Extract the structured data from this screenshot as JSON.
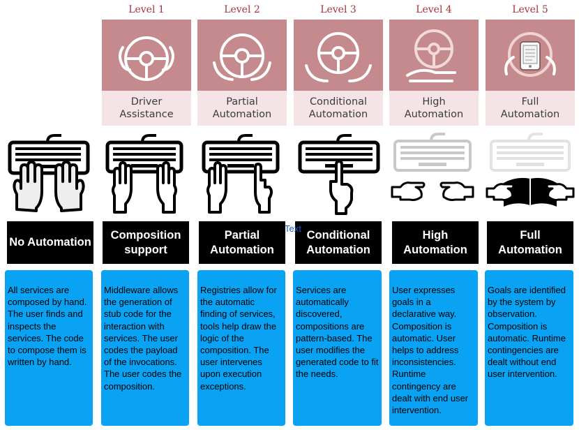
{
  "levels": [
    {
      "label": "Level 1",
      "line1": "Driver",
      "line2": "Assistance",
      "icon": "steering-wheel-two-hands-icon"
    },
    {
      "label": "Level 2",
      "line1": "Partial",
      "line2": "Automation",
      "icon": "steering-wheel-cupped-hands-icon"
    },
    {
      "label": "Level 3",
      "line1": "Conditional",
      "line2": "Automation",
      "icon": "steering-wheel-hands-below-icon"
    },
    {
      "label": "Level 4",
      "line1": "High",
      "line2": "Automation",
      "icon": "steering-wheel-hands-open-icon"
    },
    {
      "label": "Level 5",
      "line1": "Full",
      "line2": "Automation",
      "icon": "tablet-robot-icon"
    }
  ],
  "categories": [
    {
      "line1": "No Automation",
      "line2": "",
      "description": "All services are composed by hand. The user finds and inspects the services. The code to compose them is written by hand.",
      "icon": "keyboard-two-hands-typing-icon"
    },
    {
      "line1": "Composition",
      "line2": "support",
      "description": "Middleware allows the generation of stub code for the interaction with services. The user codes the payload of the invocations. The user codes the composition.",
      "icon": "keyboard-two-hands-outline-icon"
    },
    {
      "line1": "Partial",
      "line2": "Automation",
      "description": "Registries allow for the automatic finding of services, tools help draw the logic of the composition. The user intervenes upon execution exceptions.",
      "icon": "keyboard-two-hands-pointing-icon"
    },
    {
      "line1": "Conditional",
      "line2": "Automation",
      "description": "Services are automatically discovered, compositions are pattern-based. The user modifies the generated code to fit the needs.",
      "icon": "keyboard-one-finger-icon"
    },
    {
      "line1": "High",
      "line2": "Automation",
      "description": "User expresses goals in a declarative way. Composition is automatic. User helps to address inconsistencies. Runtime contingency are dealt with end user intervention.",
      "icon": "faded-keyboard-handshake-icon"
    },
    {
      "line1": "Full",
      "line2": "Automation",
      "description": "Goals are identified by the system by observation. Composition is automatic. Runtime contingencies are dealt without end user intervention.",
      "icon": "faded-keyboard-book-hands-icon"
    }
  ],
  "stray_text": "Text",
  "colors": {
    "level_red": "#a8323a",
    "panel": "#c48a8d",
    "caption_bg": "#f5e4e5",
    "blue": "#0aa2f2"
  }
}
